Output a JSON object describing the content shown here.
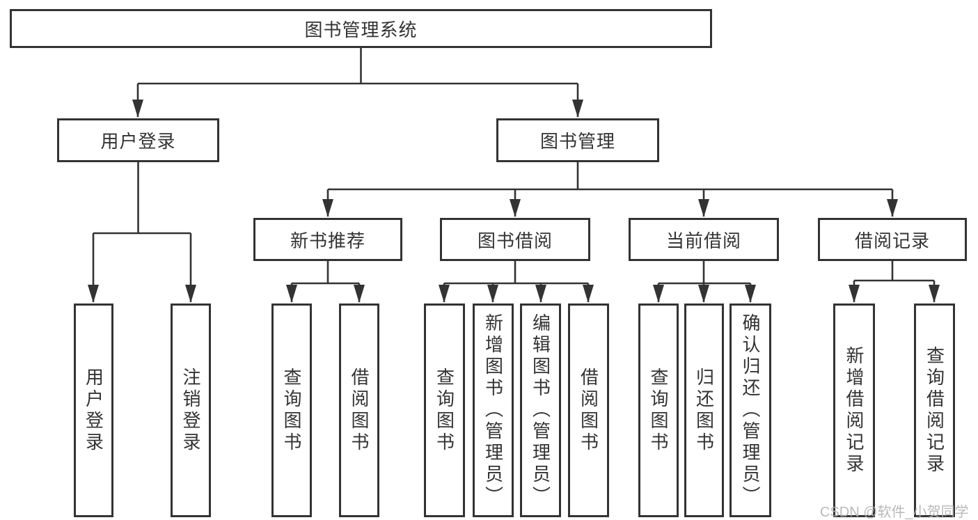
{
  "diagram": {
    "root": {
      "label": "图书管理系统"
    },
    "branches": {
      "user": {
        "label": "用户登录",
        "children": [
          {
            "label": "用户登录"
          },
          {
            "label": "注销登录"
          }
        ]
      },
      "management": {
        "label": "图书管理",
        "groups": [
          {
            "label": "新书推荐",
            "children": [
              {
                "label": "查询图书"
              },
              {
                "label": "借阅图书"
              }
            ]
          },
          {
            "label": "图书借阅",
            "children": [
              {
                "label": "查询图书"
              },
              {
                "label": "新增图书（管理员）"
              },
              {
                "label": "编辑图书（管理员）"
              },
              {
                "label": "借阅图书"
              }
            ]
          },
          {
            "label": "当前借阅",
            "children": [
              {
                "label": "查询图书"
              },
              {
                "label": "归还图书"
              },
              {
                "label": "确认归还（管理员）"
              }
            ]
          },
          {
            "label": "借阅记录",
            "children": [
              {
                "label": "新增借阅记录"
              },
              {
                "label": "查询借阅记录"
              }
            ]
          }
        ]
      }
    }
  },
  "watermark": {
    "text": "CSDN @软件_小贺同学"
  },
  "colors": {
    "line": "#333333",
    "box_border": "#333333",
    "text": "#333333",
    "background": "#ffffff",
    "watermark": "#b2b2b2"
  }
}
